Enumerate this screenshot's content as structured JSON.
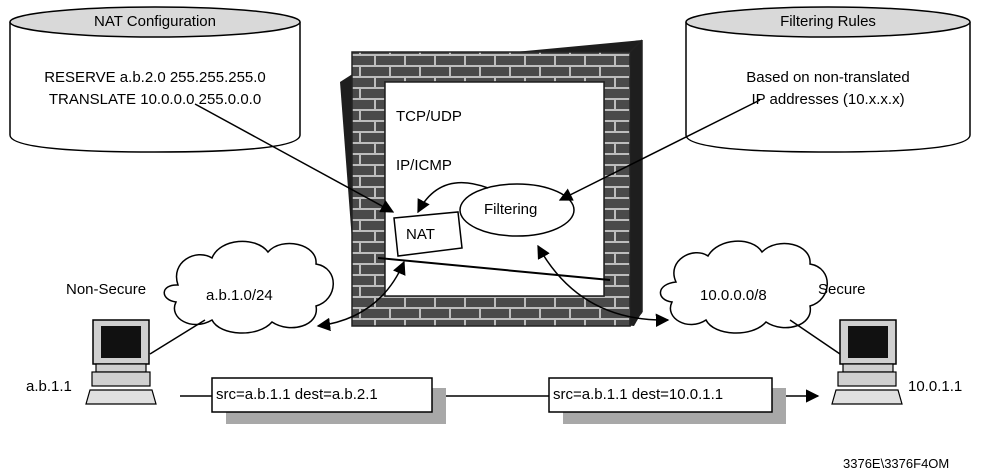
{
  "nat_config": {
    "title": "NAT Configuration",
    "lines": [
      "RESERVE  a.b.2.0 255.255.255.0",
      "TRANSLATE 10.0.0.0 255.0.0.0"
    ]
  },
  "filtering_rules": {
    "title": "Filtering Rules",
    "lines": [
      "Based on non-translated",
      "IP addresses (10.x.x.x)"
    ]
  },
  "firewall": {
    "tcp_udp": "TCP/UDP",
    "ip_icmp": "IP/ICMP",
    "filtering": "Filtering",
    "nat": "NAT"
  },
  "left_network": {
    "zone_label": "Non-Secure",
    "cloud_label": "a.b.1.0/24",
    "host_label": "a.b.1.1"
  },
  "right_network": {
    "zone_label": "Secure",
    "cloud_label": "10.0.0.0/8",
    "host_label": "10.0.1.1"
  },
  "packets": {
    "left": "src=a.b.1.1 dest=a.b.2.1",
    "right": "src=a.b.1.1 dest=10.0.1.1"
  },
  "figure_id": "3376E\\3376F4OM",
  "colors": {
    "brick": "#4a4a4a",
    "mortar": "#bdbdbd",
    "shadow": "#a8a8a8"
  }
}
